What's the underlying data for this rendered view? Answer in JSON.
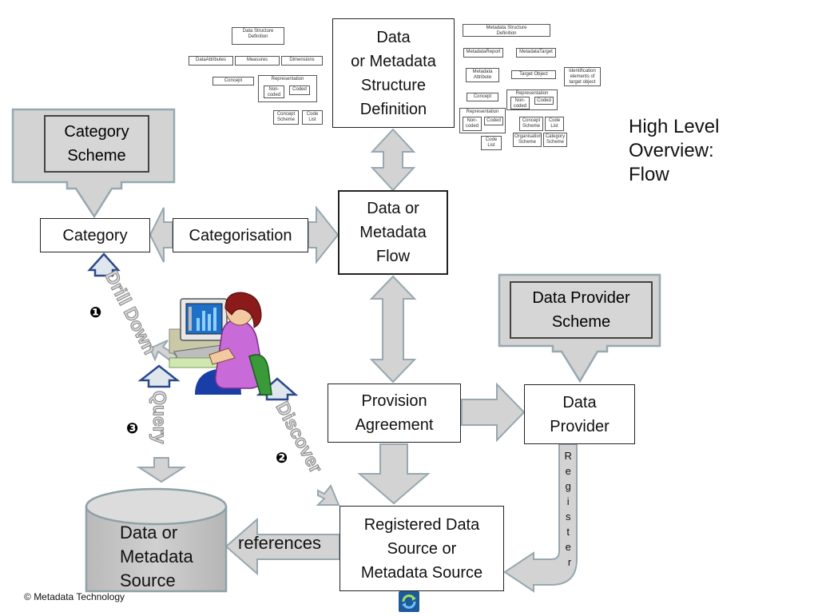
{
  "title": "High Level\nOverview:\nFlow",
  "boxes": {
    "structure_def": "Data\nor Metadata\nStructure\nDefinition",
    "flow": "Data or\nMetadata\nFlow",
    "category": "Category",
    "categorisation": "Categorisation",
    "provision": "Provision\nAgreement",
    "data_provider": "Data\nProvider",
    "registered": "Registered Data\nSource or\nMetadata Source",
    "category_scheme": "Category\nScheme",
    "provider_scheme": "Data Provider\nScheme",
    "source": "Data or\nMetadata\nSource"
  },
  "labels": {
    "drill_down": "Drill Down",
    "query": "Query",
    "discover": "Discover",
    "register": "Register",
    "references": "references",
    "num1": "❶",
    "num2": "❷",
    "num3": "❸"
  },
  "dsd_thumb": {
    "dsd": "Data Structure\nDefinition",
    "data_attributes": "DataAttributes",
    "measures": "Measures",
    "dimensions": "Dimensions",
    "concept": "Concept",
    "representation": "Representation",
    "non_coded": "Non-\ncoded",
    "coded": "Coded",
    "concept_scheme": "Concept\nScheme",
    "code_list": "Code\nList"
  },
  "msd_thumb": {
    "msd": "Metadata Structure\nDefinition",
    "metadata_report": "MetadataReport",
    "metadata_target": "MetadataTarget",
    "metadata_attribute": "Metadata\nAttribute",
    "target_object": "Target Object",
    "identification": "Identification\nelements of\ntarget object",
    "concept": "Concept",
    "representation_left": "Representation",
    "non_coded_left": "Non-\ncoded",
    "coded_left": "Coded",
    "code_list_left": "Code\nList",
    "representation_right": "Representation",
    "non_coded_right": "Non-\ncoded",
    "coded_right": "Coded",
    "concept_scheme": "Concept\nScheme",
    "code_list_right": "Code\nList",
    "organisation_scheme": "Organisation\nScheme",
    "category_scheme": "Category\nScheme"
  },
  "footer": {
    "copyright_symbol": "©",
    "org": "Metadata Technology"
  },
  "colors": {
    "arrow_fill": "#d3d3d3",
    "arrow_stroke": "#97a8b0",
    "blue_arrow": "#2a4a8a",
    "scheme_fill": "#d6d6d6"
  }
}
